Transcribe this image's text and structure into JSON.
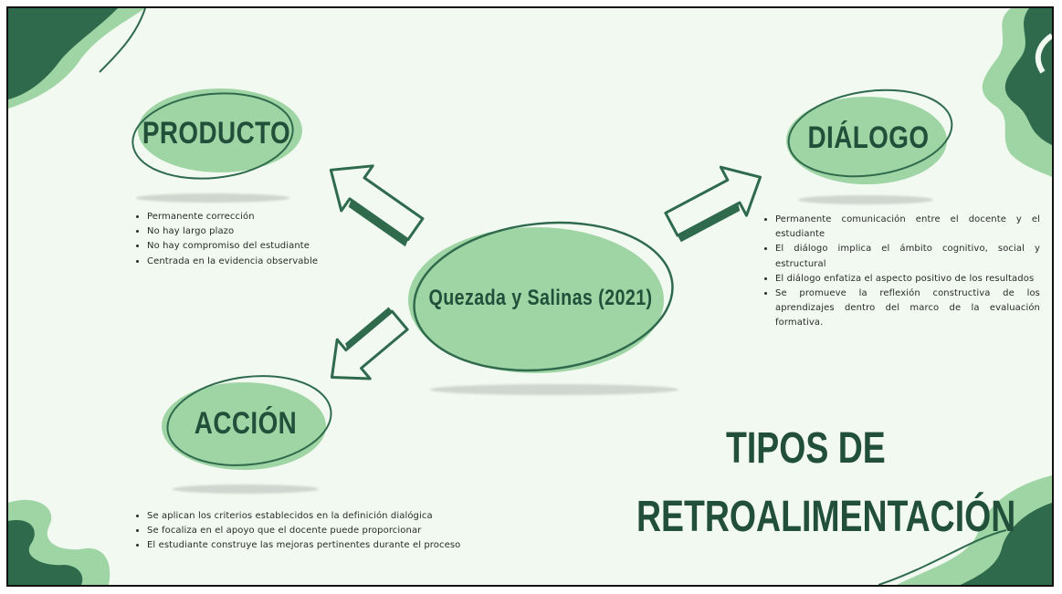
{
  "colors": {
    "background": "#f1f9f0",
    "dark_green": "#2f6a4d",
    "light_green": "#9fd5a4",
    "text_green": "#214f39"
  },
  "center_node": {
    "label": "Quezada y Salinas (2021)"
  },
  "producto": {
    "label": "PRODUCTO",
    "items": [
      "Permanente corrección",
      "No hay largo plazo",
      "No hay compromiso del estudiante",
      "Centrada en la evidencia observable"
    ]
  },
  "dialogo": {
    "label": "DIÁLOGO",
    "items": [
      "Permanente comunicación entre el docente y el estudiante",
      "El diálogo implica el ámbito cognitivo, social y estructural",
      "El diálogo enfatiza el aspecto positivo de los resultados",
      "Se promueve la reflexión constructiva de los aprendizajes dentro del marco de la evaluación formativa."
    ]
  },
  "accion": {
    "label": "ACCIÓN",
    "items": [
      "Se aplican los criterios establecidos en la definición dialógica",
      "Se focaliza en el apoyo que el  docente puede proporcionar",
      "El estudiante construye las mejoras pertinentes durante el proceso"
    ]
  },
  "title": {
    "line1": "TIPOS DE",
    "line2": "RETROALIMENTACIÓN"
  }
}
